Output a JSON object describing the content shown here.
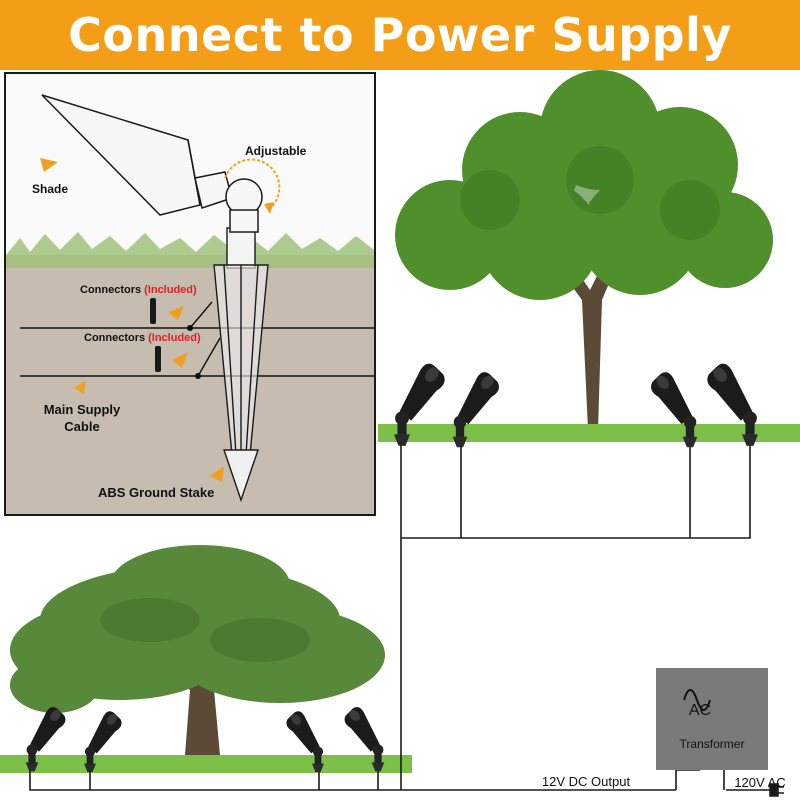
{
  "title": "Connect to Power Supply",
  "diagram": {
    "labels": {
      "adjustable": "Adjustable",
      "shade": "Shade",
      "connectors_1": "Connectors",
      "included_1": "(Included)",
      "connectors_2": "Connectors",
      "included_2": "(Included)",
      "main_supply_1": "Main Supply",
      "main_supply_2": "Cable",
      "ground_stake": "ABS Ground Stake"
    },
    "transformer": {
      "ac": "AC",
      "name": "Transformer"
    },
    "output": "12V DC Output",
    "input": "120V AC"
  },
  "colors": {
    "banner": "#f49d17",
    "arrow": "#f0a020",
    "included": "#e02020",
    "grass": "#7cc04a",
    "soil": "#9a8a7a",
    "foliage": "#4f8f2c",
    "transformer": "#7a7a7a"
  },
  "icons": [
    "spotlight-icon",
    "tree-icon",
    "sine-wave-icon",
    "plug-icon",
    "direction-arrow-icon"
  ]
}
